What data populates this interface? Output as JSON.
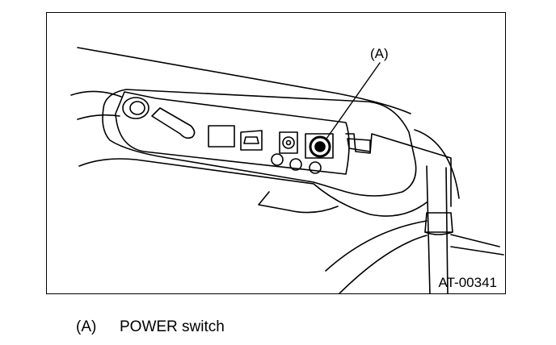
{
  "figure": {
    "callout": "(A)",
    "figure_id": "AT-00341"
  },
  "caption": {
    "key": "(A)",
    "text": "POWER switch"
  },
  "colors": {
    "line": "#000000",
    "background": "#ffffff"
  }
}
